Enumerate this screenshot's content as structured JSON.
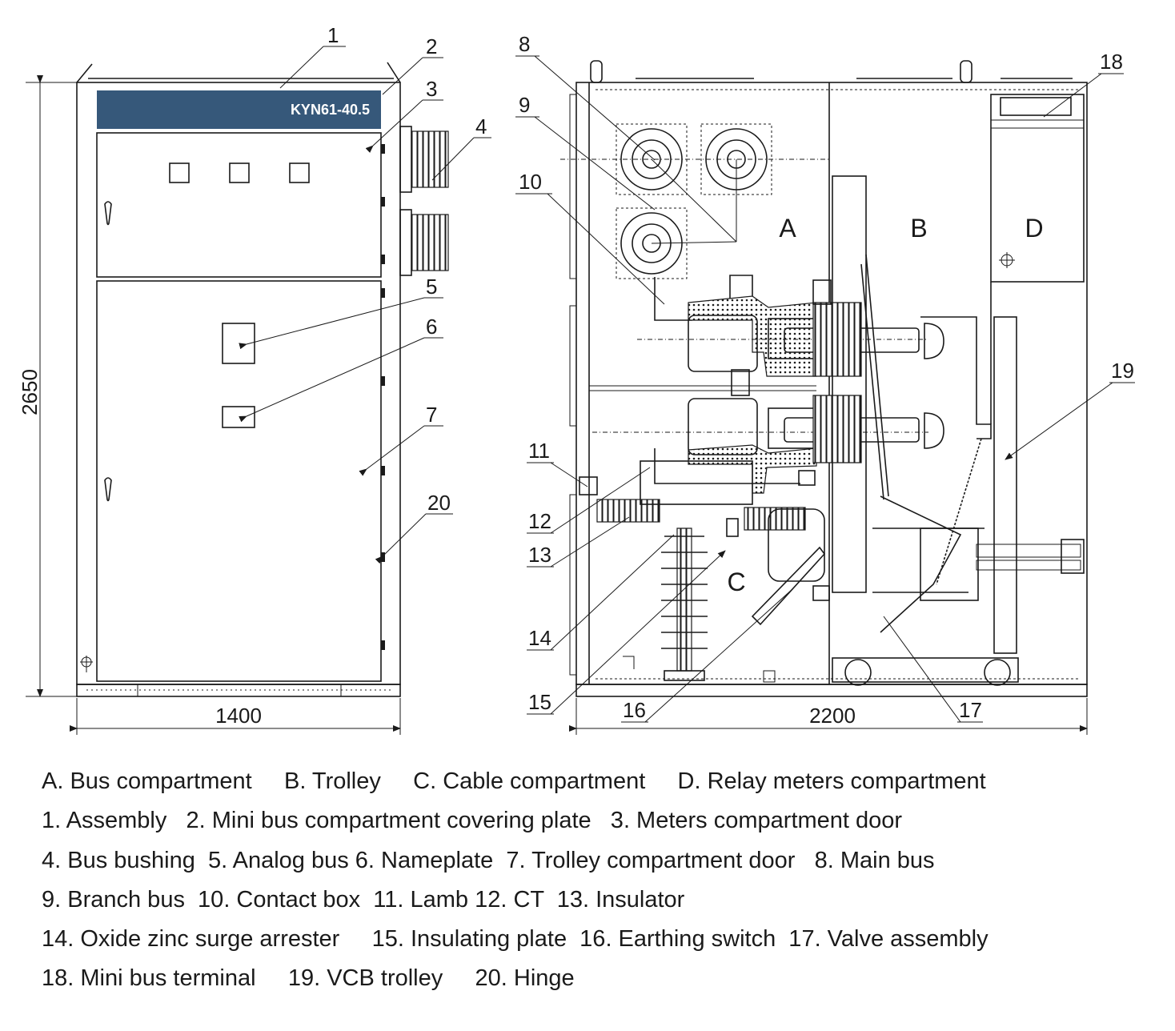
{
  "model_plate": "KYN61-40.5",
  "dimensions": {
    "height": "2650",
    "front_width": "1400",
    "side_depth": "2200"
  },
  "compartments": {
    "a": "A",
    "b": "B",
    "c": "C",
    "d": "D"
  },
  "callouts": [
    "1",
    "2",
    "3",
    "4",
    "5",
    "6",
    "7",
    "8",
    "9",
    "10",
    "11",
    "12",
    "13",
    "14",
    "15",
    "16",
    "17",
    "18",
    "19",
    "20"
  ],
  "legend_lines": [
    "A. Bus compartment     B. Trolley     C. Cable compartment     D. Relay meters compartment",
    "1. Assembly   2. Mini bus compartment covering plate   3. Meters compartment door",
    "4. Bus bushing  5. Analog bus 6. Nameplate  7. Trolley compartment door   8. Main bus",
    "9. Branch bus  10. Contact box  11. Lamb 12. CT  13. Insulator",
    "14. Oxide zinc surge arrester     15. Insulating plate  16. Earthing switch  17. Valve assembly",
    "18. Mini bus terminal     19. VCB trolley     20. Hinge"
  ],
  "colors": {
    "plate": "#36587a",
    "ink": "#1a1a1a"
  }
}
